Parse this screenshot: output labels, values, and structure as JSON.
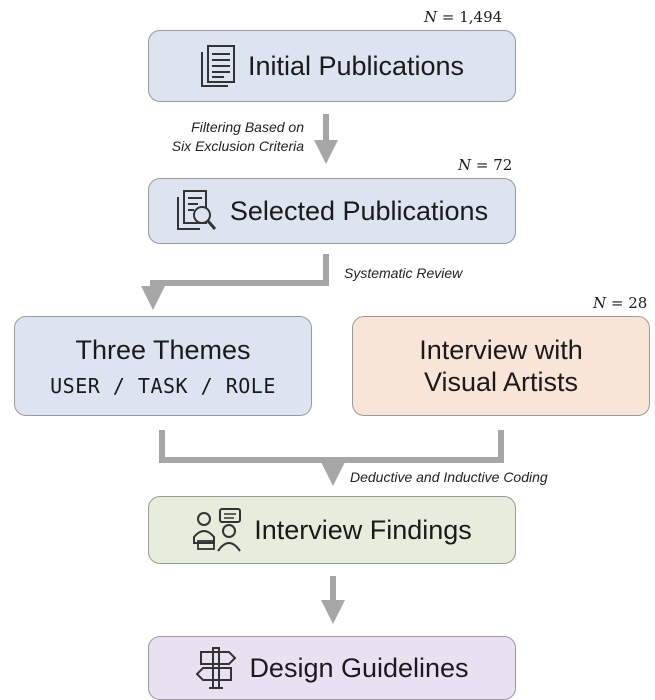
{
  "nodes": {
    "initial": {
      "label": "Initial Publications",
      "n": "1,494"
    },
    "selected": {
      "label": "Selected Publications",
      "n": "72"
    },
    "themes": {
      "title": "Three Themes",
      "subtitle": "USER / TASK / ROLE"
    },
    "interview": {
      "line1": "Interview with",
      "line2": "Visual Artists",
      "n": "28"
    },
    "findings": {
      "label": "Interview Findings"
    },
    "guidelines": {
      "label": "Design Guidelines"
    }
  },
  "edges": {
    "filter": {
      "line1": "Filtering Based on",
      "line2": "Six Exclusion Criteria"
    },
    "review": "Systematic Review",
    "coding": "Deductive and Inductive Coding"
  },
  "n_symbol": "N",
  "colors": {
    "blue": "#dce4f2",
    "peach": "#f8e5d8",
    "green": "#e6eedb",
    "purple": "#e9e1f1",
    "arrow": "#a6a6a6",
    "border": "#9a9a9a"
  }
}
